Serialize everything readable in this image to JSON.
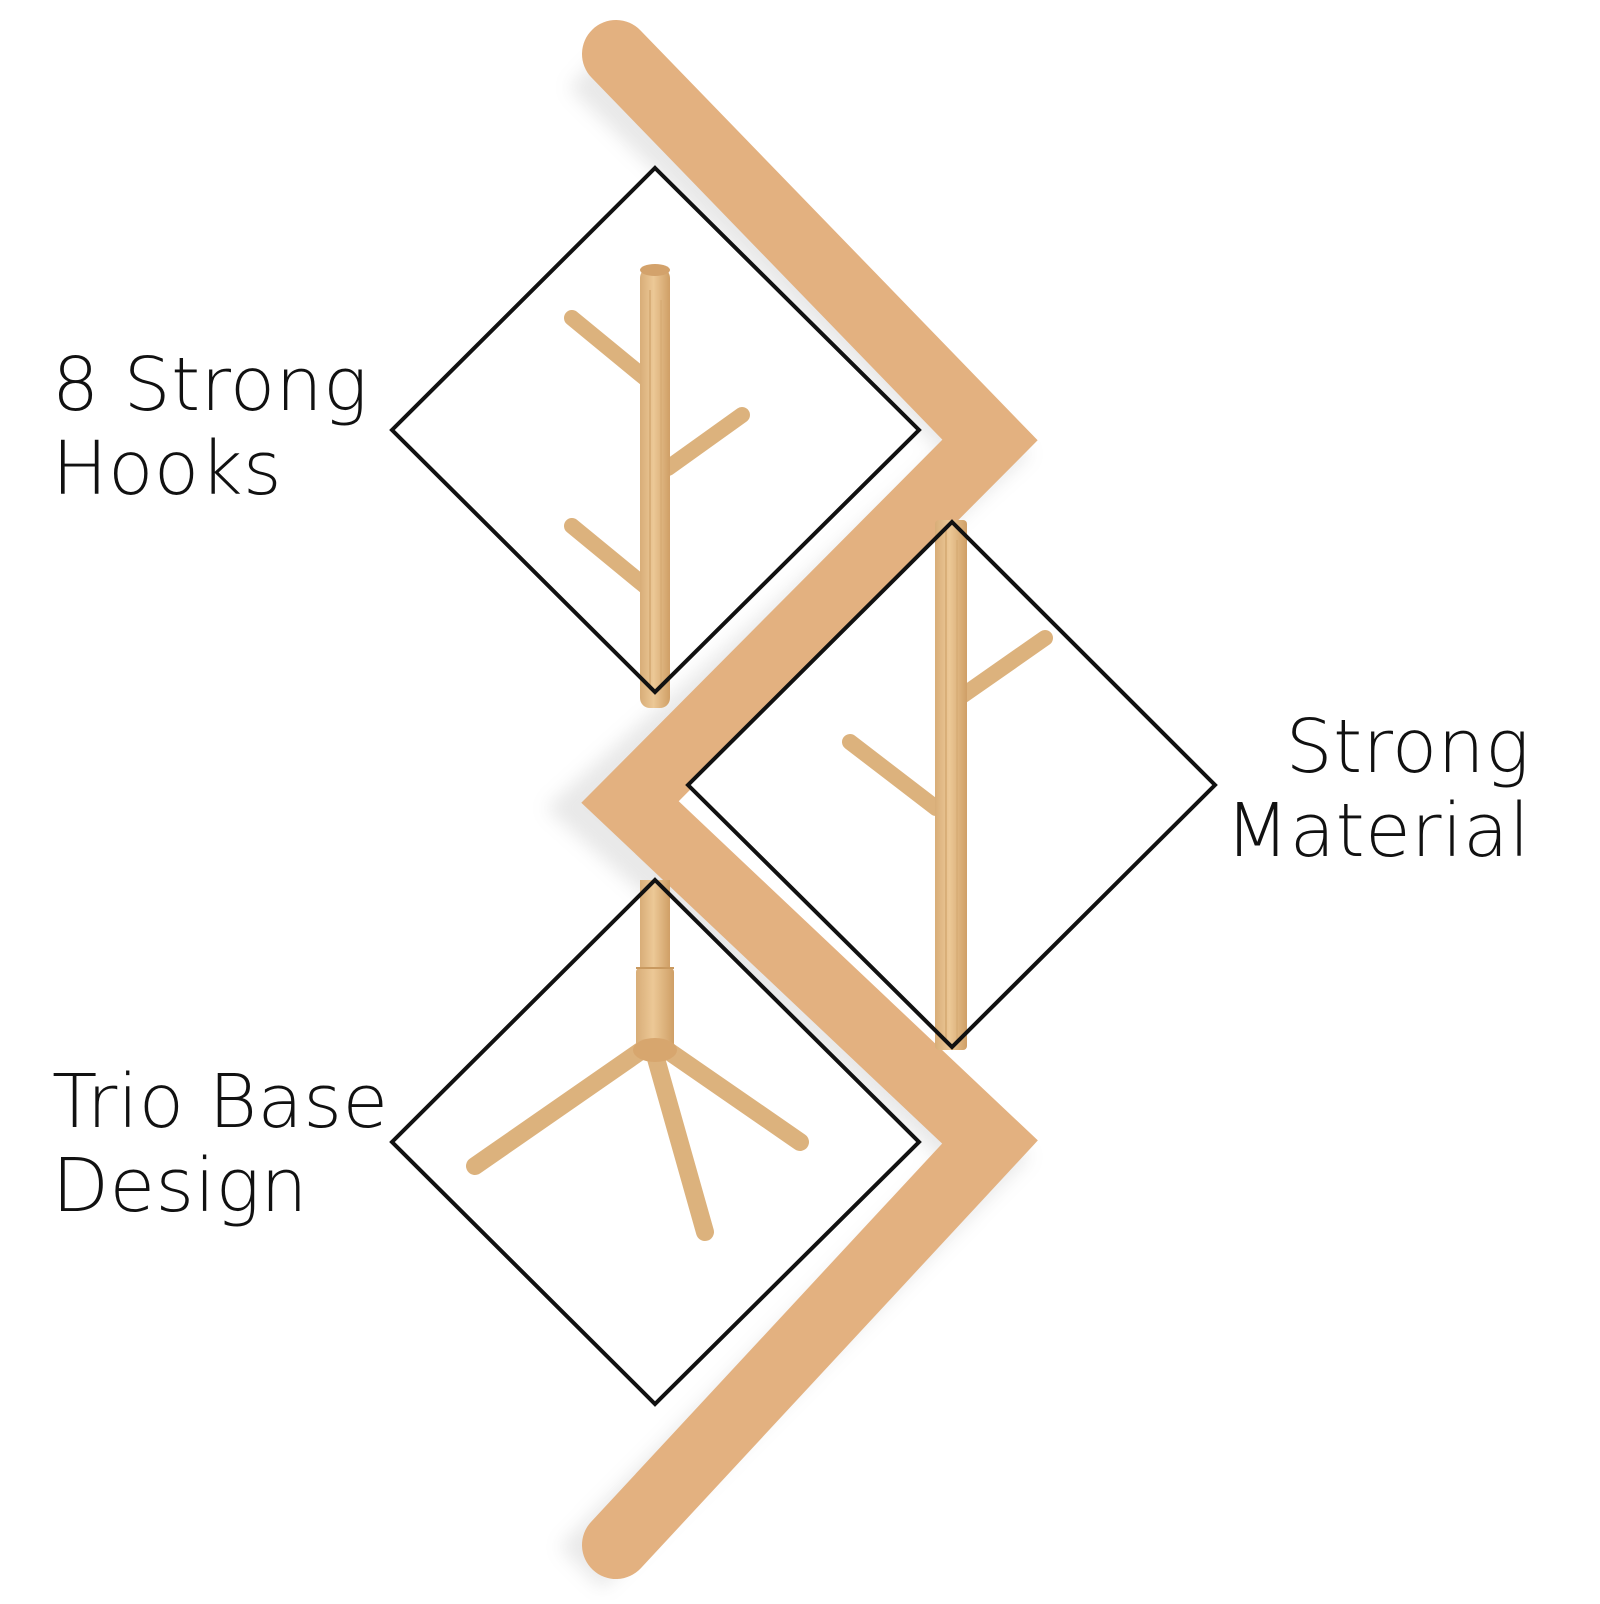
{
  "colors": {
    "background": "#ffffff",
    "accent": "#e3b180",
    "frame": "#111111",
    "wood": "#e2bd8b",
    "wood_dark": "#c9995f",
    "text": "#111111"
  },
  "features": [
    {
      "line1": "8 Strong",
      "line2": "Hooks",
      "icon": "coat-rack-top-icon"
    },
    {
      "line1": "Strong",
      "line2": "Material",
      "icon": "coat-rack-pole-icon"
    },
    {
      "line1": "Trio Base",
      "line2": "Design",
      "icon": "tripod-base-icon"
    }
  ]
}
